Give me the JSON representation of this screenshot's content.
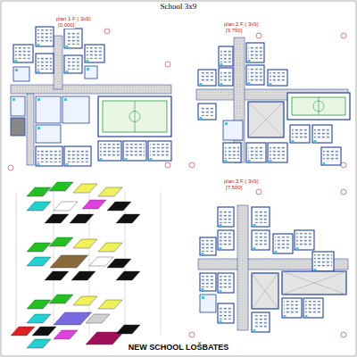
{
  "diagram": {
    "title": "School 3x9",
    "caption": "NEW SCHOOL LOŠBATES",
    "labels": [
      "plan 1 F  ( 3x9)",
      "[0.000]",
      "plan 2 F  ( 3x9)",
      "[3.750]",
      "plan 3 F  ( 3x9)",
      "[7.500]"
    ]
  }
}
